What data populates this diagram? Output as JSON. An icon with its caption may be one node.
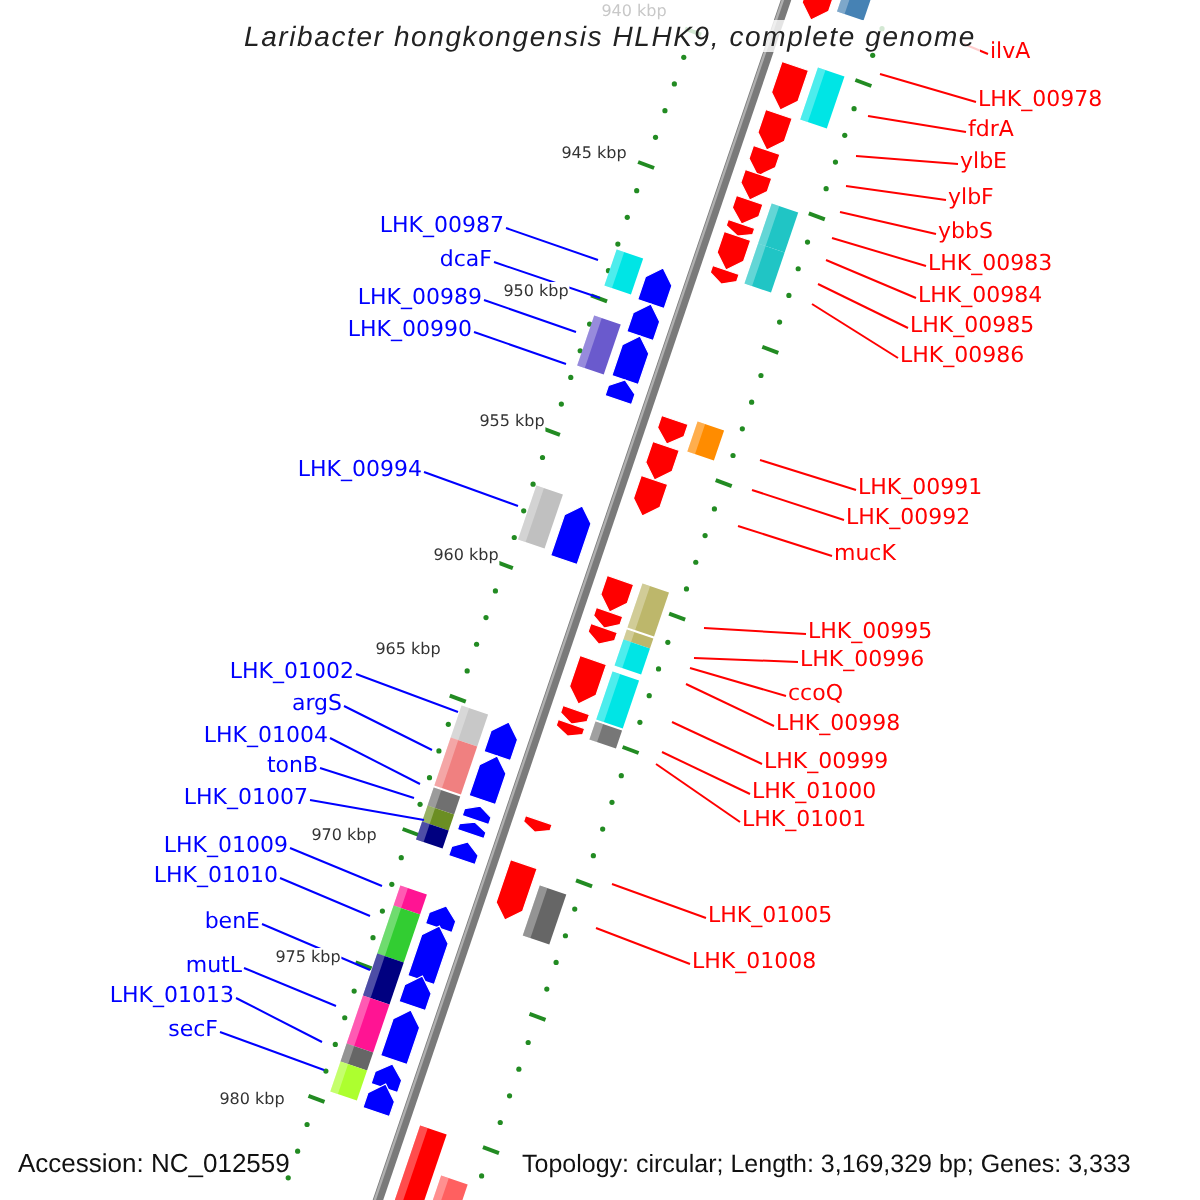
{
  "diagram": {
    "title": "Laribacter hongkongensis HLHK9, complete genome",
    "nodes": [
      {
        "text": [
          "ilvA"
        ]
      },
      {
        "text": [
          "LHK_00978"
        ]
      },
      {
        "text": [
          "fdrA"
        ]
      },
      {
        "text": [
          "ylbE"
        ]
      },
      {
        "text": [
          "ylbF"
        ]
      },
      {
        "text": [
          "LHK_00987"
        ]
      },
      {
        "text": [
          "ybbS"
        ]
      },
      {
        "text": [
          "dcaF"
        ]
      },
      {
        "text": [
          "LHK_00983"
        ]
      },
      {
        "text": [
          "LHK_00984"
        ]
      },
      {
        "text": [
          "LHK_00989"
        ]
      },
      {
        "text": [
          "LHK_00985"
        ]
      },
      {
        "text": [
          "LHK_00990"
        ]
      },
      {
        "text": [
          "LHK_00986"
        ]
      },
      {
        "text": [
          "LHK_00994"
        ]
      },
      {
        "text": [
          "LHK_00991"
        ]
      },
      {
        "text": [
          "LHK_00992"
        ]
      },
      {
        "text": [
          "mucK"
        ]
      },
      {
        "text": [
          "LHK_00995"
        ]
      },
      {
        "text": [
          "LHK_00996"
        ]
      },
      {
        "text": [
          "LHK_01002"
        ]
      },
      {
        "text": [
          "ccoQ"
        ]
      },
      {
        "text": [
          "argS"
        ]
      },
      {
        "text": [
          "LHK_00998"
        ]
      },
      {
        "text": [
          "LHK_01004"
        ]
      },
      {
        "text": [
          "LHK_00999"
        ]
      },
      {
        "text": [
          "tonB"
        ]
      },
      {
        "text": [
          "LHK_01000"
        ]
      },
      {
        "text": [
          "LHK_01007"
        ]
      },
      {
        "text": [
          "LHK_01001"
        ]
      },
      {
        "text": [
          "LHK_01009"
        ]
      },
      {
        "text": [
          "LHK_01010"
        ]
      },
      {
        "text": [
          "LHK_01005"
        ]
      },
      {
        "text": [
          "benE"
        ]
      },
      {
        "text": [
          "LHK_01008"
        ]
      },
      {
        "text": [
          "mutL"
        ]
      },
      {
        "text": [
          "LHK_01013"
        ]
      },
      {
        "text": [
          "secF"
        ]
      }
    ],
    "edges": [
      {
        "from": 0,
        "to": null,
        "arrow": "none"
      },
      {
        "from": 1,
        "to": null,
        "arrow": "none"
      },
      {
        "from": 2,
        "to": null,
        "arrow": "none"
      },
      {
        "from": 3,
        "to": null,
        "arrow": "none"
      },
      {
        "from": 4,
        "to": null,
        "arrow": "none"
      },
      {
        "from": 5,
        "to": null,
        "arrow": "none",
        "color": "#0000ff"
      },
      {
        "from": 6,
        "to": null,
        "arrow": "none"
      },
      {
        "from": 7,
        "to": null,
        "arrow": "none",
        "color": "#0000ff"
      },
      {
        "from": 8,
        "to": null,
        "arrow": "none"
      },
      {
        "from": 9,
        "to": null,
        "arrow": "none"
      },
      {
        "from": 10,
        "to": null,
        "arrow": "none",
        "color": "#0000ff"
      },
      {
        "from": 11,
        "to": null,
        "arrow": "none"
      },
      {
        "from": 12,
        "to": null,
        "arrow": "none",
        "color": "#0000ff"
      },
      {
        "from": 13,
        "to": null,
        "arrow": "none"
      },
      {
        "from": 14,
        "to": null,
        "arrow": "none",
        "color": "#0000ff"
      },
      {
        "from": 15,
        "to": null,
        "arrow": "none"
      },
      {
        "from": 16,
        "to": null,
        "arrow": "none"
      },
      {
        "from": 17,
        "to": null,
        "arrow": "none"
      },
      {
        "from": 18,
        "to": null,
        "arrow": "none"
      },
      {
        "from": 19,
        "to": null,
        "arrow": "none"
      },
      {
        "from": 20,
        "to": null,
        "arrow": "none",
        "color": "#0000ff"
      },
      {
        "from": 21,
        "to": null,
        "arrow": "none"
      },
      {
        "from": 22,
        "to": null,
        "arrow": "none",
        "color": "#0000ff"
      },
      {
        "from": 23,
        "to": null,
        "arrow": "none"
      },
      {
        "from": 24,
        "to": null,
        "arrow": "none",
        "color": "#0000ff"
      },
      {
        "from": 25,
        "to": null,
        "arrow": "none"
      },
      {
        "from": 26,
        "to": null,
        "arrow": "none",
        "color": "#0000ff"
      },
      {
        "from": 27,
        "to": null,
        "arrow": "none"
      },
      {
        "from": 28,
        "to": null,
        "arrow": "none",
        "color": "#0000ff"
      },
      {
        "from": 29,
        "to": null,
        "arrow": "none"
      },
      {
        "from": 30,
        "to": null,
        "arrow": "none",
        "color": "#0000ff"
      },
      {
        "from": 31,
        "to": null,
        "arrow": "none",
        "color": "#0000ff"
      },
      {
        "from": 32,
        "to": null,
        "arrow": "none"
      },
      {
        "from": 33,
        "to": null,
        "arrow": "none",
        "color": "#0000ff"
      },
      {
        "from": 34,
        "to": null,
        "arrow": "none"
      },
      {
        "from": 35,
        "to": null,
        "arrow": "none",
        "color": "#0000ff"
      },
      {
        "from": 36,
        "to": null,
        "arrow": "none",
        "color": "#0000ff"
      },
      {
        "from": 37,
        "to": null,
        "arrow": "none",
        "color": "#0000ff"
      }
    ],
    "labels": [
      "940 kbp",
      "945 kbp",
      "950 kbp",
      "955 kbp",
      "960 kbp",
      "965 kbp",
      "970 kbp",
      "975 kbp",
      "980 kbp",
      "Accession: NC_012559",
      "Topology: circular; Length: 3,169,329 bp; Genes: 3,333"
    ]
  }
}
